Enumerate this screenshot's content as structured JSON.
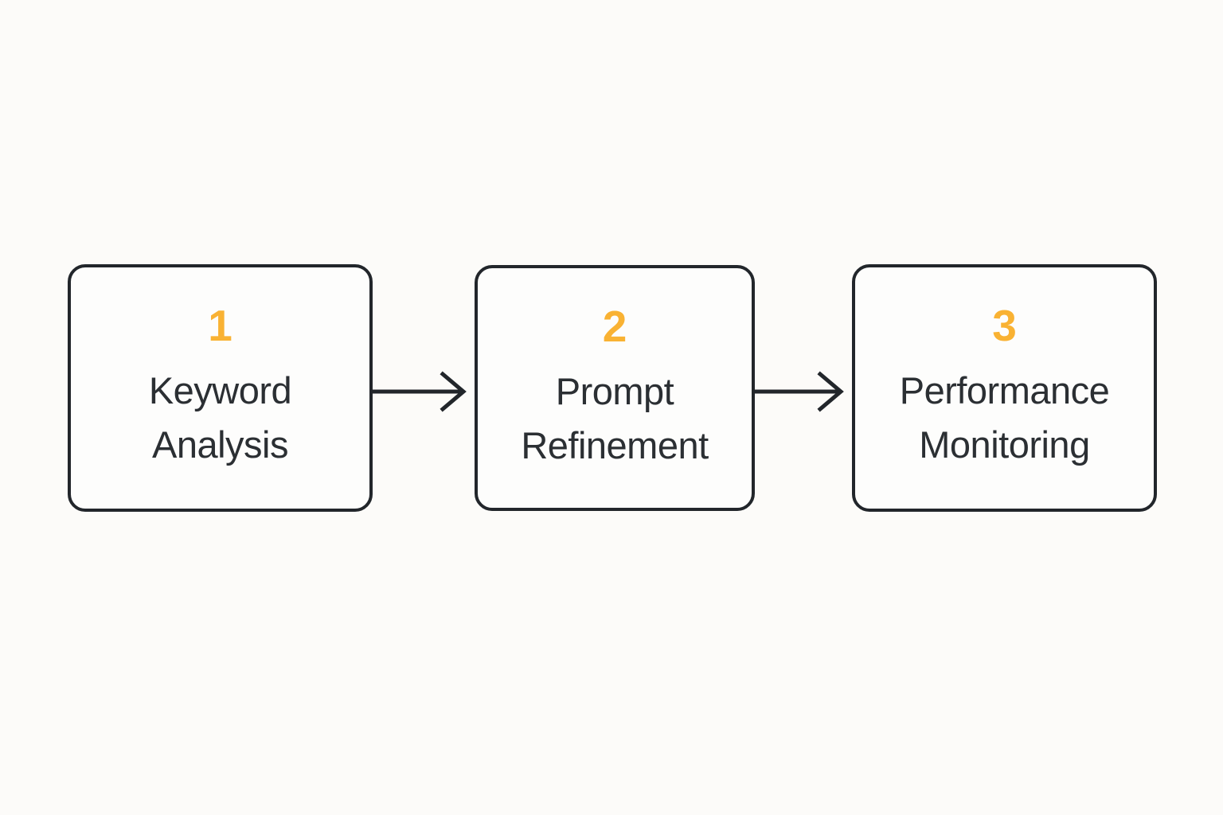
{
  "diagram": {
    "type": "horizontal-process-flow",
    "background_color": "#fcfbf9",
    "accent_color": "#f9b233",
    "text_color": "#2b2f33",
    "border_color": "#22262b",
    "steps": [
      {
        "number": "1",
        "label_lines": [
          "Keyword",
          "Analysis"
        ],
        "label_full": "Keyword Analysis"
      },
      {
        "number": "2",
        "label_lines": [
          "Prompt",
          "Refinement"
        ],
        "label_full": "Prompt Refinement"
      },
      {
        "number": "3",
        "label_lines": [
          "Performance",
          "Monitoring"
        ],
        "label_full": "Performance Monitoring"
      }
    ],
    "connectors": [
      {
        "from": "1",
        "to": "2",
        "style": "line-with-chevron-arrowhead"
      },
      {
        "from": "2",
        "to": "3",
        "style": "line-with-chevron-arrowhead"
      }
    ]
  }
}
